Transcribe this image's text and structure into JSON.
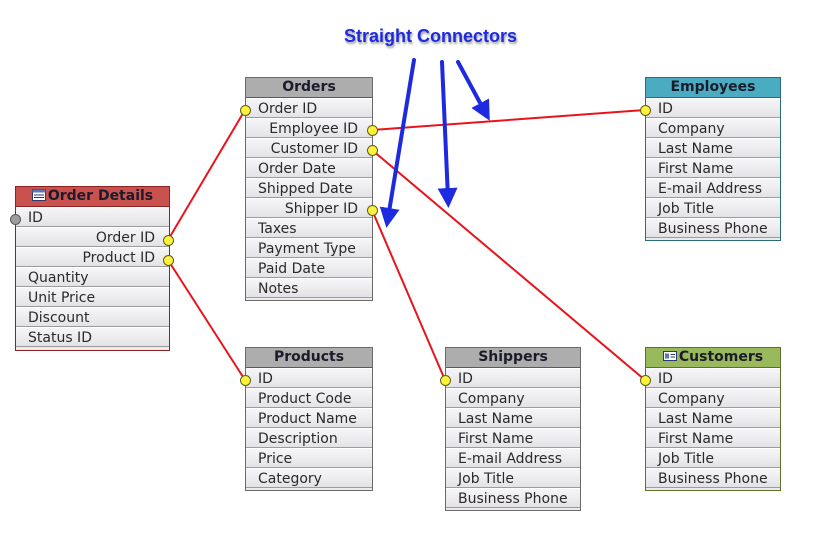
{
  "annotation": {
    "label": "Straight Connectors"
  },
  "tables": {
    "orders": {
      "title": "Orders",
      "fields": [
        "Order ID",
        "Employee ID",
        "Customer ID",
        "Order Date",
        "Shipped Date",
        "Shipper ID",
        "Taxes",
        "Payment Type",
        "Paid Date",
        "Notes"
      ]
    },
    "order_details": {
      "title": "Order Details",
      "fields": [
        "ID",
        "Order ID",
        "Product ID",
        "Quantity",
        "Unit Price",
        "Discount",
        "Status ID"
      ]
    },
    "employees": {
      "title": "Employees",
      "fields": [
        "ID",
        "Company",
        "Last Name",
        "First Name",
        "E-mail Address",
        "Job Title",
        "Business Phone"
      ]
    },
    "products": {
      "title": "Products",
      "fields": [
        "ID",
        "Product Code",
        "Product Name",
        "Description",
        "Price",
        "Category"
      ]
    },
    "shippers": {
      "title": "Shippers",
      "fields": [
        "ID",
        "Company",
        "Last Name",
        "First Name",
        "E-mail Address",
        "Job Title",
        "Business Phone"
      ]
    },
    "customers": {
      "title": "Customers",
      "fields": [
        "ID",
        "Company",
        "Last Name",
        "First Name",
        "Job Title",
        "Business Phone"
      ]
    }
  },
  "colors": {
    "connector": "#e8141b",
    "arrow": "#1e2ae0",
    "orders_header": "#adadad",
    "order_details_header": "#c9514e",
    "employees_header": "#4aabc1",
    "customers_header": "#9ab85c"
  }
}
